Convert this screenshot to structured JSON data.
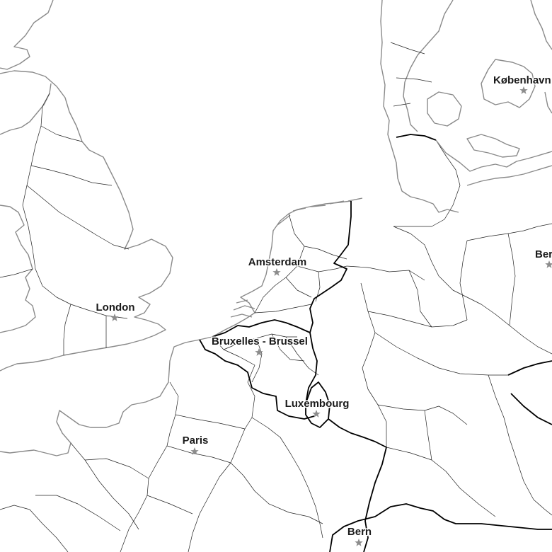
{
  "map": {
    "colors": {
      "background": "#ffffff",
      "coastline": "#8a8a8a",
      "country_border": "#000000",
      "admin_border": "#222222",
      "capital_marker": "#8c8c8c"
    },
    "cities": [
      {
        "id": "london",
        "label": "London",
        "marker": "star-icon"
      },
      {
        "id": "amsterdam",
        "label": "Amsterdam",
        "marker": "star-icon"
      },
      {
        "id": "brussels",
        "label": "Bruxelles - Brussel",
        "marker": "star-icon"
      },
      {
        "id": "luxembourg",
        "label": "Luxembourg",
        "marker": "star-icon"
      },
      {
        "id": "paris",
        "label": "Paris",
        "marker": "star-icon"
      },
      {
        "id": "bern",
        "label": "Bern",
        "marker": "star-icon"
      },
      {
        "id": "kobenhavn",
        "label": "København",
        "marker": "star-icon"
      },
      {
        "id": "berlin",
        "label": "Berlin",
        "marker": "star-icon"
      }
    ]
  }
}
